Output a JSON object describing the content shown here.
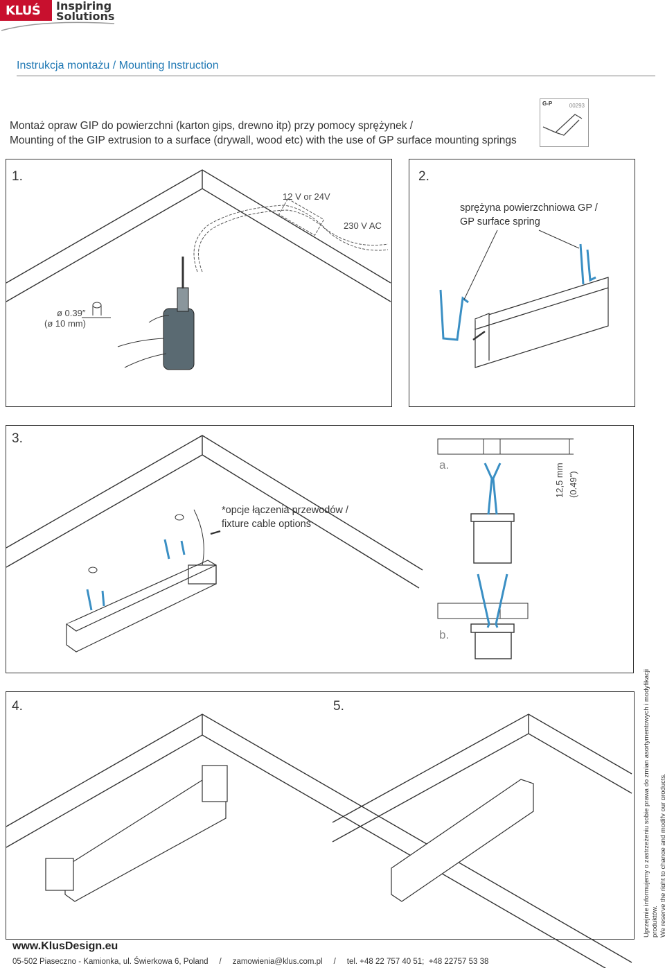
{
  "brand": {
    "logo_text": "KLUŚ",
    "tagline_1": "Inspiring",
    "tagline_2": "Solutions"
  },
  "page_title": "Instrukcja montażu  /  Mounting Instruction",
  "heading": {
    "line_pl": "Montaż opraw GIP do powierzchni (karton gips, drewno itp)  przy pomocy sprężynek /",
    "line_en": "Mounting of the GIP extrusion to a surface (drywall, wood etc) with the use of GP surface mounting springs"
  },
  "product_badge": {
    "label": "G-P",
    "code": "00293"
  },
  "steps": {
    "s1": {
      "number": "1.",
      "voltage_low": "12 V  or  24V",
      "voltage_high": "230 V AC",
      "drill_size": "ø 0.39″",
      "drill_size_mm": "(ø 10 mm)"
    },
    "s2": {
      "number": "2.",
      "spring_pl": "sprężyna powierzchniowa GP /",
      "spring_en": "GP surface spring"
    },
    "s3": {
      "number": "3.",
      "cable_pl": "*opcje łączenia przewodów /",
      "cable_en": "fixture cable options",
      "variant_a": "a.",
      "variant_b": "b.",
      "thickness_mm": "12,5 mm",
      "thickness_in": "(0.49\")"
    },
    "s4": {
      "number": "4."
    },
    "s5": {
      "number": "5."
    }
  },
  "footer": {
    "website": "www.KlusDesign.eu",
    "address": "05-502 Piaseczno - Kamionka, ul. Świerkowa 6, Poland     /     zamowienia@klus.com.pl     /     tel. +48 22 757 40 51;  +48 22757 53 38"
  },
  "side_note": {
    "pl": "Uprzejmie informujemy o zastrzeżeniu sobie prawa do zmian asortymentowych i modyfikacji produktów.",
    "en": "We reserve the right to change and modify our products."
  },
  "colors": {
    "accent_blue": "#1f78b4",
    "brand_red": "#c8102e",
    "spring_blue": "#3a8fc4",
    "line_gray": "#333333"
  }
}
